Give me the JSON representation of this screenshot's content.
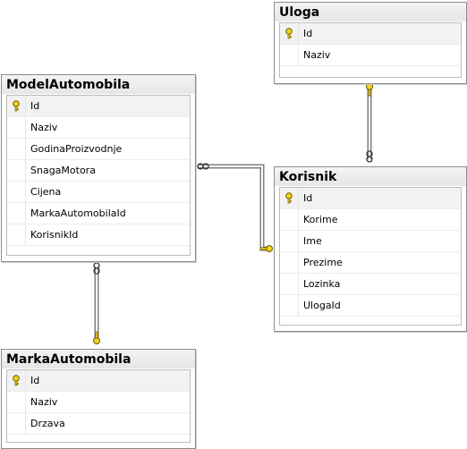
{
  "tables": {
    "uloga": {
      "name": "Uloga",
      "columns": [
        "Id",
        "Naziv"
      ],
      "primary_key": "Id"
    },
    "model_automobila": {
      "name": "ModelAutomobila",
      "columns": [
        "Id",
        "Naziv",
        "GodinaProizvodnje",
        "SnagaMotora",
        "Cijena",
        "MarkaAutomobilaId",
        "KorisnikId"
      ],
      "primary_key": "Id"
    },
    "korisnik": {
      "name": "Korisnik",
      "columns": [
        "Id",
        "Korime",
        "Ime",
        "Prezime",
        "Lozinka",
        "UlogaId"
      ],
      "primary_key": "Id"
    },
    "marka_automobila": {
      "name": "MarkaAutomobila",
      "columns": [
        "Id",
        "Naziv",
        "Drzava"
      ],
      "primary_key": "Id"
    }
  },
  "colors": {
    "key": "#f2d21a",
    "key_outline": "#6b5a00",
    "connector": "#7f7f7f"
  }
}
